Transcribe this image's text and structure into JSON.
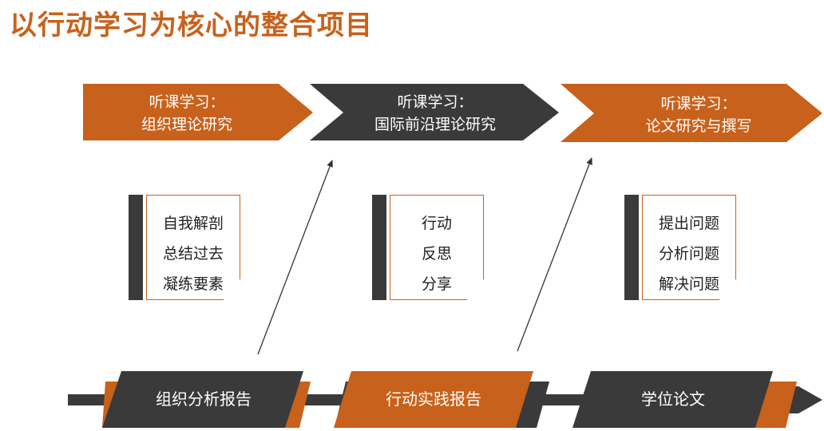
{
  "title": "以行动学习为核心的整合项目",
  "colors": {
    "orange": "#c8611b",
    "dark": "#3a3a3a"
  },
  "phases": [
    {
      "line1": "听课学习：",
      "line2": "组织理论研究"
    },
    {
      "line1": "听课学习：",
      "line2": "国际前沿理论研究"
    },
    {
      "line1": "听课学习：",
      "line2": "论文研究与撰写"
    }
  ],
  "cards": [
    {
      "lines": [
        "自我解剖",
        "总结过去",
        "凝练要素"
      ]
    },
    {
      "lines": [
        "行动",
        "反思",
        "分享"
      ]
    },
    {
      "lines": [
        "提出问题",
        "分析问题",
        "解决问题"
      ]
    }
  ],
  "outputs": [
    {
      "label": "组织分析报告"
    },
    {
      "label": "行动实践报告"
    },
    {
      "label": "学位论文"
    }
  ]
}
